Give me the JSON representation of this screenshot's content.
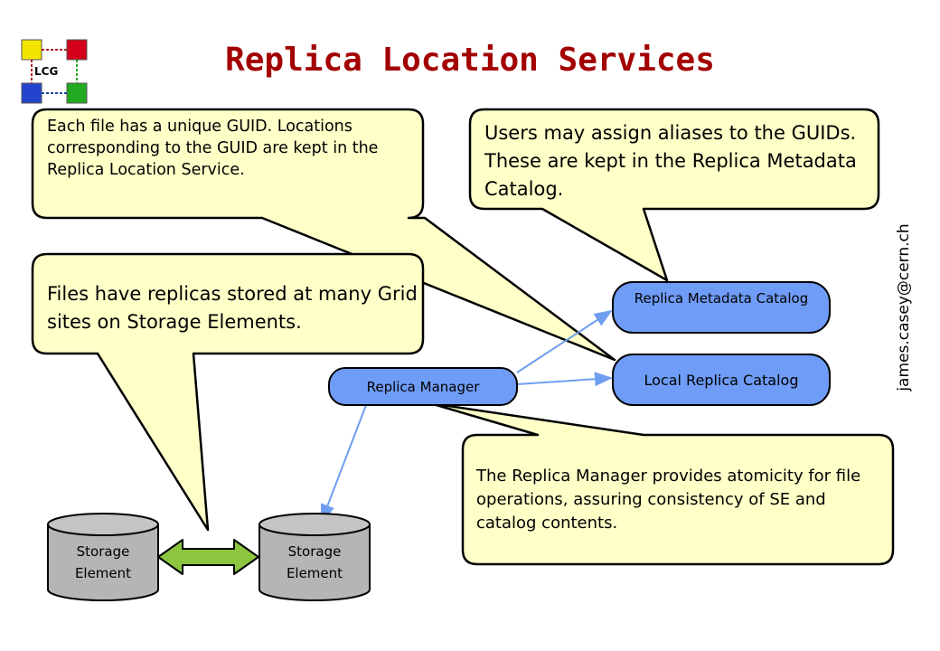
{
  "title": "Replica Location Services",
  "logo_text": "LCG",
  "author_email": "james.casey@cern.ch",
  "callouts": {
    "guid": "Each file has a unique GUID. Locations corresponding to the GUID are kept in the Replica Location Service.",
    "aliases": "Users may assign aliases to the GUIDs. These are kept in the Replica Metadata Catalog.",
    "replicas": "Files have replicas stored at many Grid sites on Storage Elements.",
    "manager": "The Replica Manager provides atomicity for file operations, assuring consistency of SE and catalog contents."
  },
  "nodes": {
    "replica_metadata_catalog": "Replica Metadata Catalog",
    "local_replica_catalog": "Local Replica Catalog",
    "replica_manager": "Replica Manager",
    "storage_element_1": "Storage Element",
    "storage_element_2": "Storage Element"
  },
  "colors": {
    "title": "#a30000",
    "callout_fill": "#ffffc8",
    "node_fill": "#6f9cf7",
    "cylinder_fill": "#b5b5b5",
    "arrow_line": "#6e9ef0",
    "double_arrow": "#8cc63f"
  }
}
